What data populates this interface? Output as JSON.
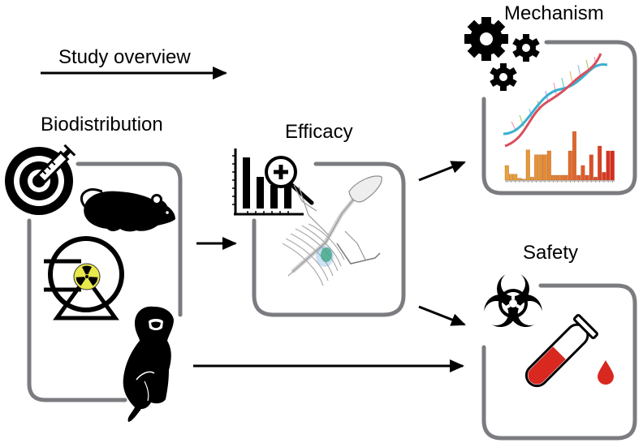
{
  "diagram": {
    "overview_label": "Study overview",
    "stages": [
      {
        "id": "biodistribution",
        "label": "Biodistribution",
        "icons": [
          "target-syringe-icon",
          "mouse-icon",
          "radioactive-wheel-icon",
          "monkey-icon"
        ]
      },
      {
        "id": "efficacy",
        "label": "Efficacy",
        "icons": [
          "bar-chart-magnifier-icon",
          "mouse-skeleton-scan-image"
        ]
      },
      {
        "id": "mechanism",
        "label": "Mechanism",
        "icons": [
          "gears-icon",
          "dna-helix-icon",
          "expression-bar-plot"
        ]
      },
      {
        "id": "safety",
        "label": "Safety",
        "icons": [
          "biohazard-icon",
          "blood-test-tube-icon",
          "blood-drop-icon"
        ]
      }
    ],
    "flows": [
      {
        "from": "biodistribution",
        "to": "efficacy"
      },
      {
        "from": "biodistribution",
        "to": "safety"
      },
      {
        "from": "efficacy",
        "to": "mechanism"
      },
      {
        "from": "efficacy",
        "to": "safety"
      }
    ],
    "colors": {
      "box_border": "#7b7c80",
      "arrow": "#000000",
      "blood": "#d9281f",
      "radiation_yellow": "#e8e84a",
      "bars_start": "#e8a23a",
      "bars_end": "#d62a22"
    },
    "mechanism_bars": [
      0.3,
      0.12,
      0.12,
      0.04,
      0.02,
      0.62,
      0.06,
      0.52,
      0.52,
      0.52,
      0.6,
      0.1,
      0.1,
      0.1,
      0.1,
      0.6,
      1.0,
      0.1,
      0.3,
      0.1,
      0.52,
      0.06,
      0.7,
      0.16,
      0.6,
      0.6
    ]
  }
}
